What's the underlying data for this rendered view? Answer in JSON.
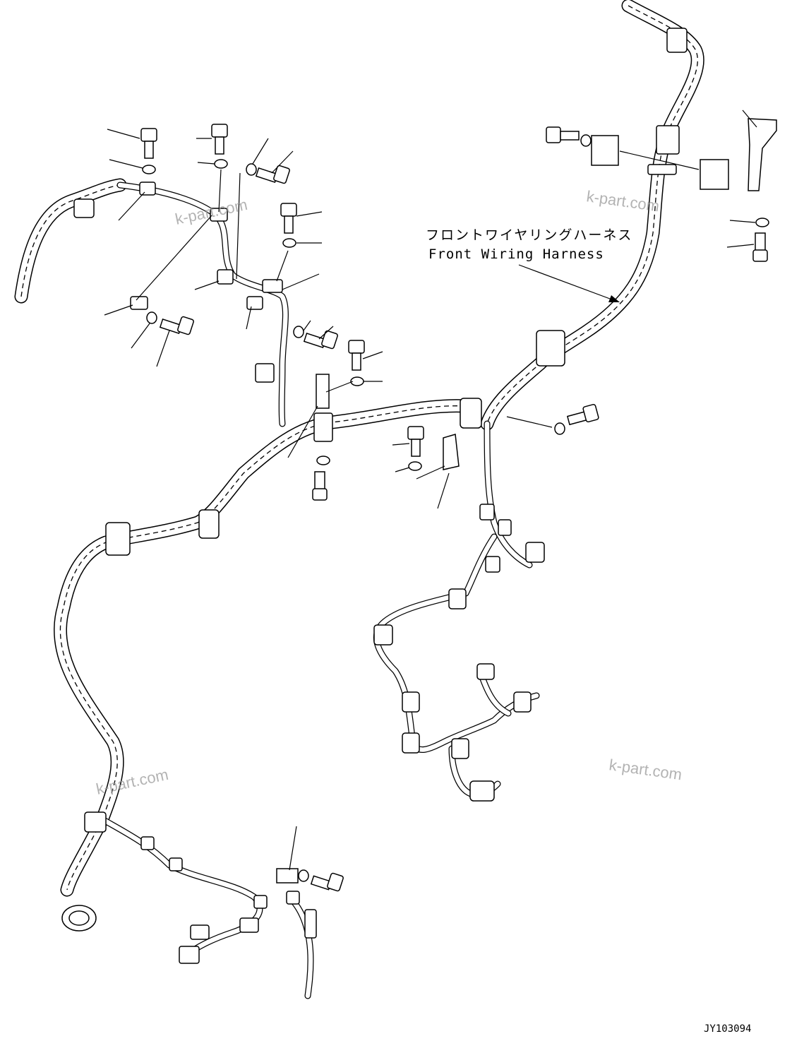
{
  "diagram": {
    "label_japanese": "フロントワイヤリングハーネス",
    "label_english": "Front Wiring Harness",
    "drawing_number": "JY103094",
    "watermarks": [
      "k-part.com",
      "k-part.com",
      "k-part.com",
      "k-part.com"
    ]
  }
}
